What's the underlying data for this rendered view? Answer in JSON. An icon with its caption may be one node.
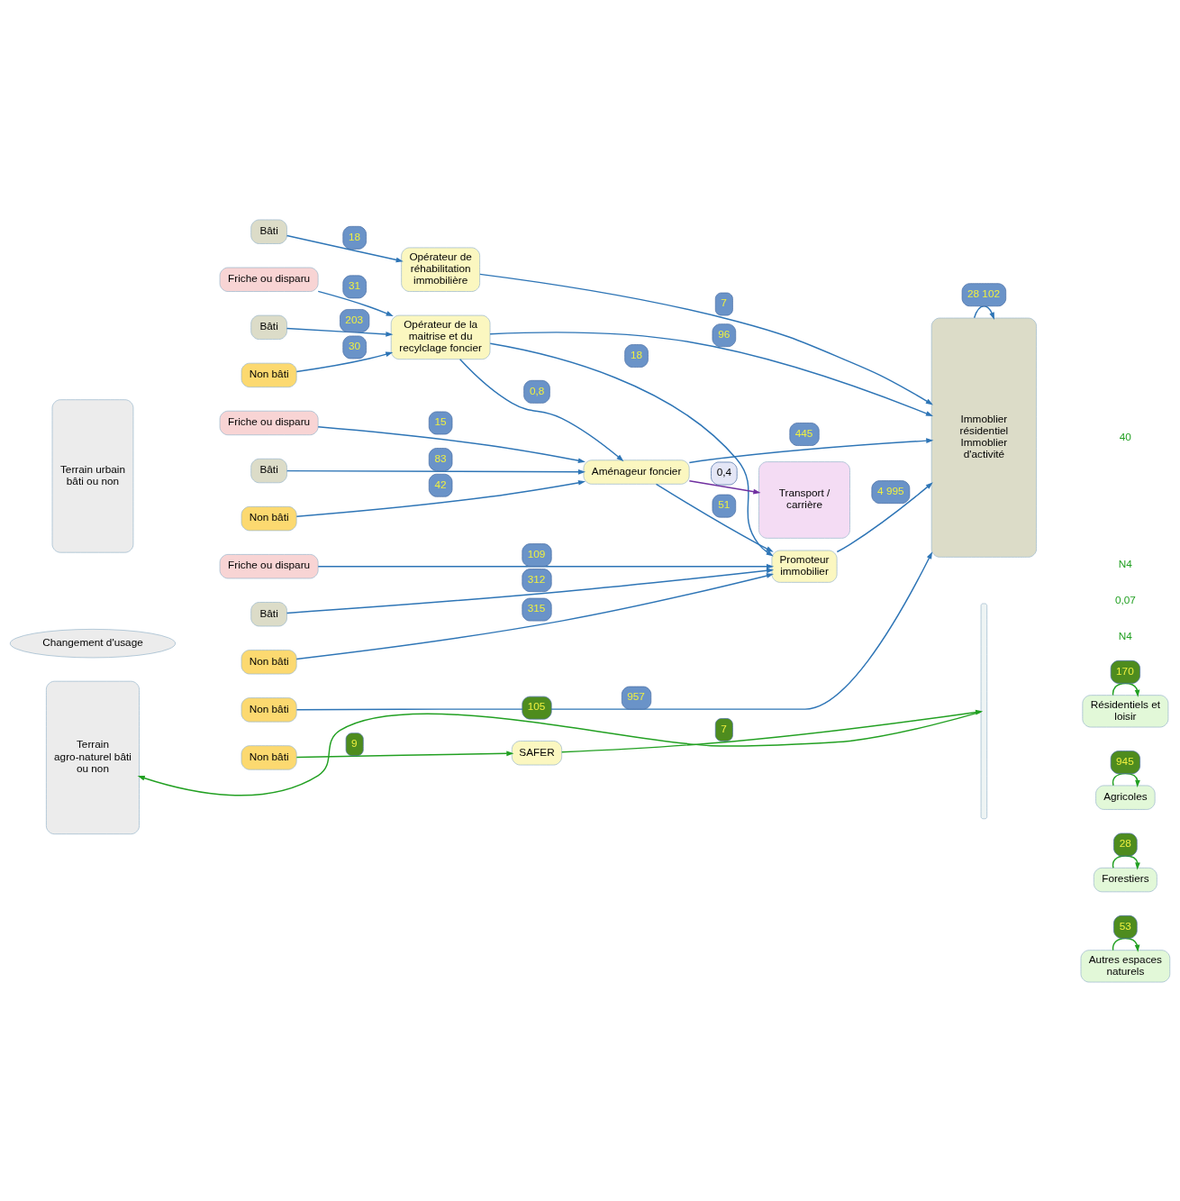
{
  "diagram": {
    "nodes": [
      {
        "text": [
          "Terrain urbain bâti ou non"
        ]
      },
      {
        "text": [
          "Bâti"
        ]
      },
      {
        "text": [
          "Opérateur de réhabilitation immobilière"
        ]
      },
      {
        "text": [
          "Friche ou disparu"
        ]
      },
      {
        "text": [
          "Bâti"
        ]
      },
      {
        "text": [
          "Non bâti"
        ]
      },
      {
        "text": [
          "Opérateur de la maitrise et du recylclage foncier"
        ]
      },
      {
        "text": [
          "Friche ou disparu"
        ]
      },
      {
        "text": [
          "Bâti"
        ]
      },
      {
        "text": [
          "Non bâti"
        ]
      },
      {
        "text": [
          "Aménageur foncier"
        ]
      },
      {
        "text": [
          "Friche ou disparu"
        ]
      },
      {
        "text": [
          "Bâti"
        ]
      },
      {
        "text": [
          "Non bâti"
        ]
      },
      {
        "text": [
          "Promoteur immobilier"
        ]
      },
      {
        "text": [
          "Non bâti"
        ]
      },
      {
        "text": [
          "Immoblier résidentiel Immoblier d'activité"
        ]
      },
      {
        "text": [
          "Transport / carrière"
        ]
      },
      {
        "text": [
          "Changement d'usage"
        ]
      },
      {
        "text": [
          "Terrain agro-naturel bâti ou non"
        ]
      },
      {
        "text": [
          "Non bâti"
        ]
      },
      {
        "text": [
          "SAFER"
        ]
      },
      {
        "text": [],
        "shape": "bar"
      },
      {
        "text": [
          "Résidentiels et loisir"
        ]
      },
      {
        "text": [
          "Agricoles"
        ]
      },
      {
        "text": [
          "Forestiers"
        ]
      },
      {
        "text": [
          "Autres espaces naturels"
        ]
      }
    ],
    "edges": [
      {
        "from": 1,
        "to": 2,
        "arrow": "to",
        "label": "18"
      },
      {
        "from": 2,
        "to": 16,
        "arrow": "to",
        "label": "7"
      },
      {
        "from": 3,
        "to": 6,
        "arrow": "to",
        "label": "31"
      },
      {
        "from": 4,
        "to": 6,
        "arrow": "to",
        "label": "203"
      },
      {
        "from": 5,
        "to": 6,
        "arrow": "to",
        "label": "30"
      },
      {
        "from": 6,
        "to": 16,
        "arrow": "to",
        "label": "96"
      },
      {
        "from": 6,
        "to": 10,
        "arrow": "to",
        "label": "0,8"
      },
      {
        "from": 6,
        "to": 14,
        "arrow": "to",
        "label": "18"
      },
      {
        "from": 7,
        "to": 10,
        "arrow": "to",
        "label": "15"
      },
      {
        "from": 8,
        "to": 10,
        "arrow": "to",
        "label": "83"
      },
      {
        "from": 9,
        "to": 10,
        "arrow": "to",
        "label": "42"
      },
      {
        "from": 10,
        "to": 16,
        "arrow": "to",
        "label": "445"
      },
      {
        "from": 10,
        "to": 14,
        "arrow": "to",
        "label": "51"
      },
      {
        "from": 10,
        "to": 17,
        "arrow": "to",
        "label": "0,4",
        "color": "#7030a0"
      },
      {
        "from": 11,
        "to": 14,
        "arrow": "to",
        "label": "109"
      },
      {
        "from": 12,
        "to": 14,
        "arrow": "to",
        "label": "312"
      },
      {
        "from": 13,
        "to": 14,
        "arrow": "to",
        "label": "315"
      },
      {
        "from": 14,
        "to": 16,
        "arrow": "to",
        "label": "4 995"
      },
      {
        "from": 15,
        "to": 16,
        "arrow": "to",
        "label": "957"
      },
      {
        "from": 16,
        "to": 16,
        "arrow": "to",
        "label": "28 102"
      },
      {
        "from": 20,
        "to": 21,
        "arrow": "to",
        "label": "9",
        "color": "#22a022"
      },
      {
        "from": 21,
        "to": 22,
        "arrow": "to",
        "label": "7",
        "color": "#22a022"
      },
      {
        "from": 22,
        "to": 19,
        "arrow": "to",
        "label": "105",
        "color": "#22a022"
      },
      {
        "from": 23,
        "to": 23,
        "arrow": "to",
        "label": "170",
        "color": "#22a022"
      },
      {
        "from": 24,
        "to": 24,
        "arrow": "to",
        "label": "945",
        "color": "#22a022"
      },
      {
        "from": 25,
        "to": 25,
        "arrow": "to",
        "label": "28",
        "color": "#22a022"
      },
      {
        "from": 26,
        "to": 26,
        "arrow": "to",
        "label": "53",
        "color": "#22a022"
      }
    ],
    "labels": [
      "40",
      "N4",
      "0,07",
      "N4"
    ]
  }
}
